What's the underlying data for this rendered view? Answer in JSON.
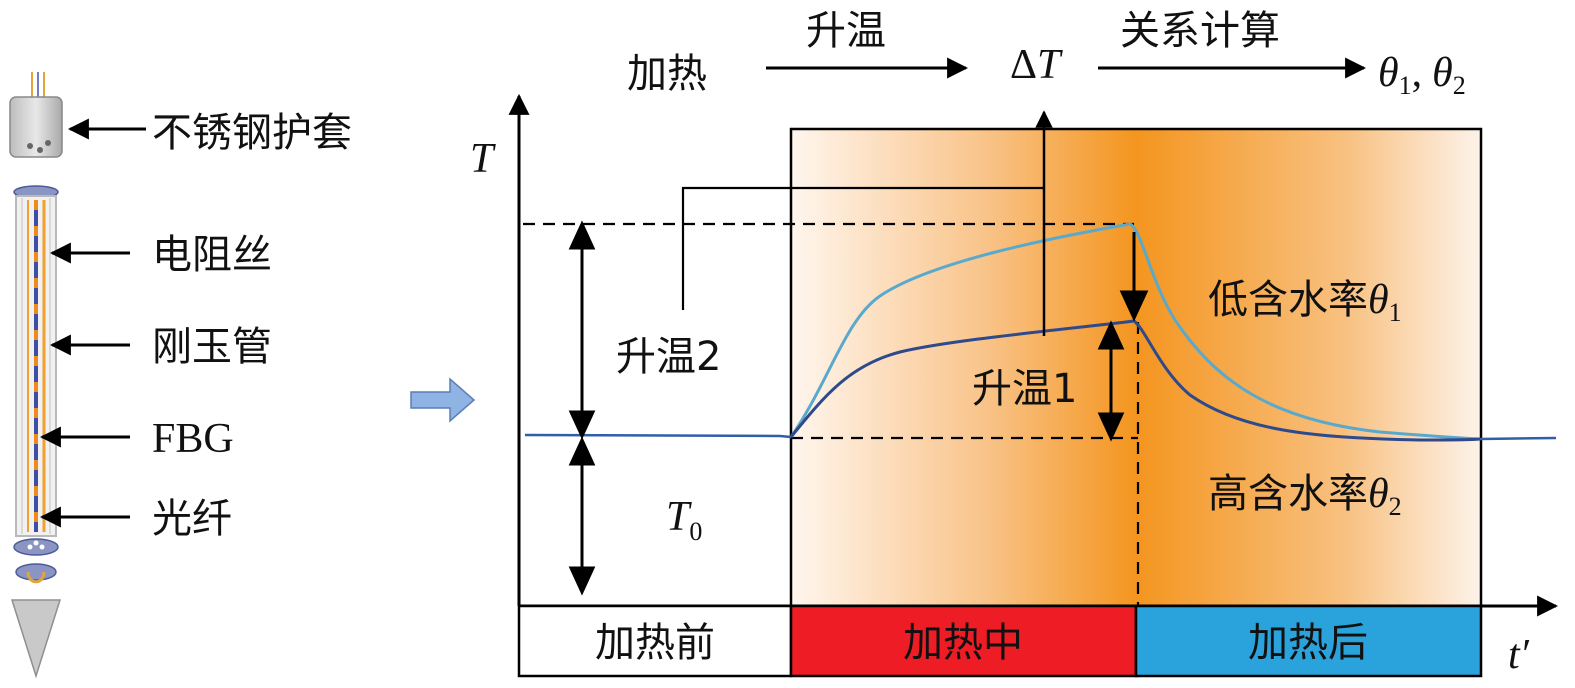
{
  "probe": {
    "labels": {
      "sheath": "不锈钢护套",
      "wire": "电阻丝",
      "tube": "刚玉管",
      "fbg": "FBG",
      "fiber": "光纤"
    }
  },
  "flow": {
    "heat": "加热",
    "rise": "升温",
    "delta_symbol": "Δ",
    "delta_var": "T",
    "calc": "关系计算",
    "theta_sym": "θ",
    "theta1_sub": "1",
    "theta2_sub": "2",
    "theta_sep": ","
  },
  "chart": {
    "y_axis": "T",
    "x_axis": "t′",
    "t0_var": "T",
    "t0_sub": "0",
    "rise2": "升温2",
    "rise1": "升温1",
    "low_label": "低含水率",
    "high_label": "高含水率",
    "theta_sym": "θ",
    "sub1": "1",
    "sub2": "2",
    "phases": {
      "before": "加热前",
      "during": "加热中",
      "after": "加热后"
    }
  },
  "colors": {
    "low_curve": "#5aa9cc",
    "high_curve": "#2e4a8c",
    "phase_before": "#ffffff",
    "phase_during": "#ee1c24",
    "phase_after": "#2aa3dc",
    "heat_peak": "#f4951f",
    "arrow_fill": "#8fb4e3"
  }
}
